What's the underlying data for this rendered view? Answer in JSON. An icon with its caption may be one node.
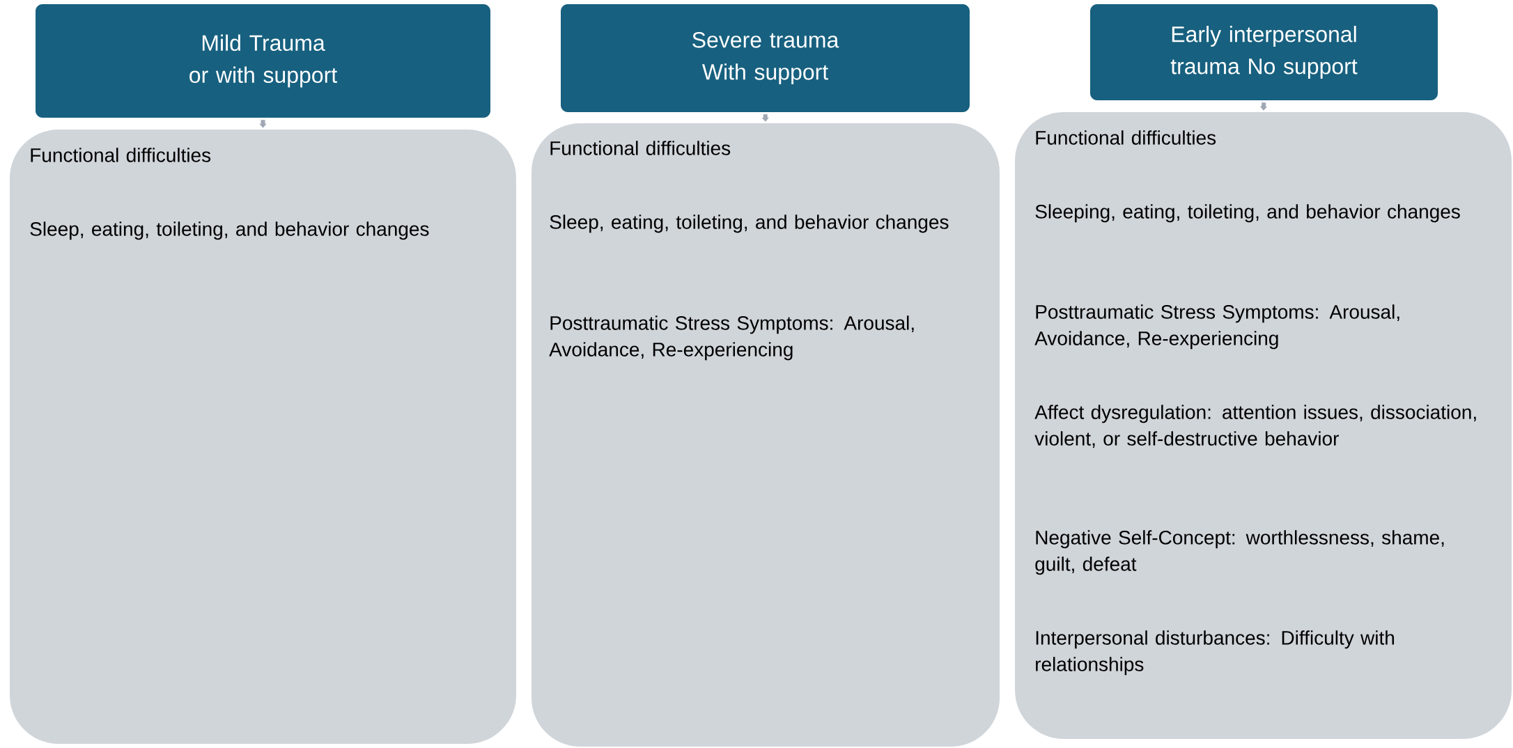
{
  "diagram": {
    "nodes": [
      {
        "text": [
          "Mild Trauma or with support"
        ]
      },
      {
        "text": [
          "Functional difficulties",
          "Sleep, eating, toileting, and behavior changes"
        ]
      },
      {
        "text": [
          "Severe trauma With support"
        ]
      },
      {
        "text": [
          "Functional difficulties",
          "Sleep, eating, toileting, and behavior changes",
          "Posttraumatic Stress Symptoms: Arousal, Avoidance, Re-experiencing"
        ]
      },
      {
        "text": [
          "Early interpersonal trauma No support"
        ]
      },
      {
        "text": [
          "Functional difficulties",
          "Sleeping, eating, toileting, and behavior changes",
          "Posttraumatic Stress Symptoms: Arousal, Avoidance, Re-experiencing",
          "Affect dysregulation: attention issues, dissociation, violent, or self-destructive behavior",
          "Negative Self-Concept: worthlessness, shame, guilt, defeat",
          "Interpersonal disturbances: Difficulty with relationships"
        ]
      }
    ],
    "edges": [
      {
        "from": 0,
        "to": 1,
        "arrow": "to"
      },
      {
        "from": 2,
        "to": 3,
        "arrow": "to"
      },
      {
        "from": 4,
        "to": 5,
        "arrow": "to"
      }
    ]
  }
}
